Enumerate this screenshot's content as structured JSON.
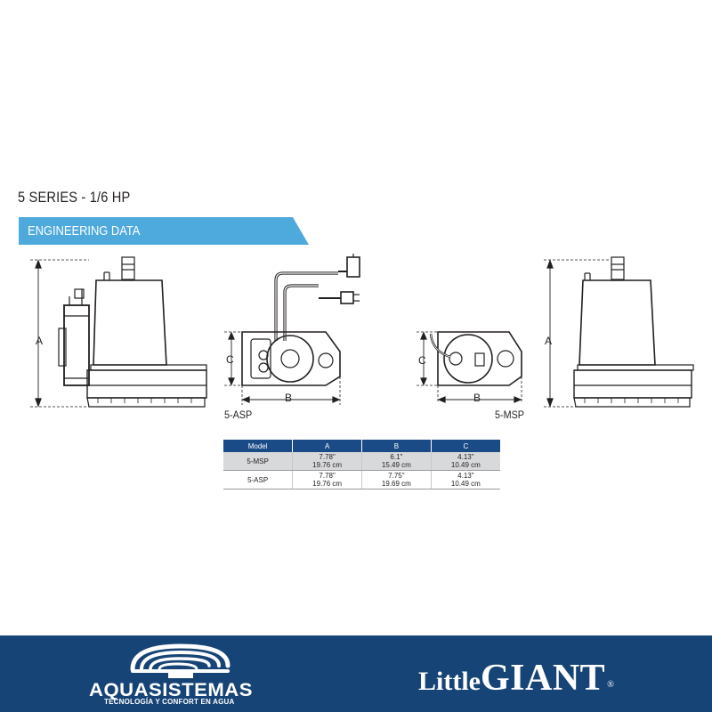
{
  "header": {
    "title": "5 SERIES - 1/6 HP",
    "banner": "ENGINEERING DATA",
    "banner_color": "#4ea9dd"
  },
  "drawings": {
    "left_view": {
      "dim_a": "A"
    },
    "asp_top_view": {
      "dim_c": "C",
      "dim_b": "B",
      "caption": "5-ASP"
    },
    "msp_top_view": {
      "dim_c": "C",
      "dim_b": "B",
      "caption": "5-MSP"
    },
    "right_view": {
      "dim_a": "A"
    }
  },
  "table": {
    "header_color": "#1b4b86",
    "columns": [
      "Model",
      "A",
      "B",
      "C"
    ],
    "rows": [
      {
        "model": "5-MSP",
        "a_in": "7.78\"",
        "a_cm": "19.76 cm",
        "b_in": "6.1\"",
        "b_cm": "15.49 cm",
        "c_in": "4.13\"",
        "c_cm": "10.49 cm"
      },
      {
        "model": "5-ASP",
        "a_in": "7.78\"",
        "a_cm": "19.76 cm",
        "b_in": "7.75\"",
        "b_cm": "19.69 cm",
        "c_in": "4.13\"",
        "c_cm": "10.49 cm"
      }
    ]
  },
  "footer": {
    "background": "#174476",
    "aqua_name": "AQUASISTEMAS",
    "aqua_tagline": "TECNOLOGÍA Y CONFORT EN AGUA",
    "brand_little": "Little",
    "brand_giant": "GIANT",
    "brand_reg": "®"
  }
}
